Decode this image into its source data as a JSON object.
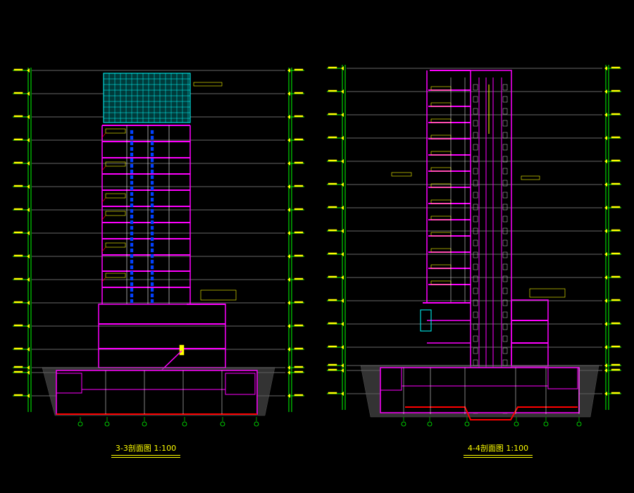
{
  "sections": [
    {
      "id": "3-3",
      "title": "3-3剖面图  1:100"
    },
    {
      "id": "4-4",
      "title": "4-4剖面图  1:100"
    }
  ],
  "colors": {
    "background": "#000000",
    "wall": "#ff00ff",
    "slab": "#ff1493",
    "glass": "#00ffff",
    "frame": "#00c000",
    "annotation": "#ffff00",
    "axis_line": "#ffffff",
    "leader": "#ff0000",
    "window": "#0040ff",
    "grid_axis": "#00ff00"
  },
  "icons": {
    "axis_bubble": "axis-bubble-icon",
    "level_marker": "level-marker-icon"
  }
}
